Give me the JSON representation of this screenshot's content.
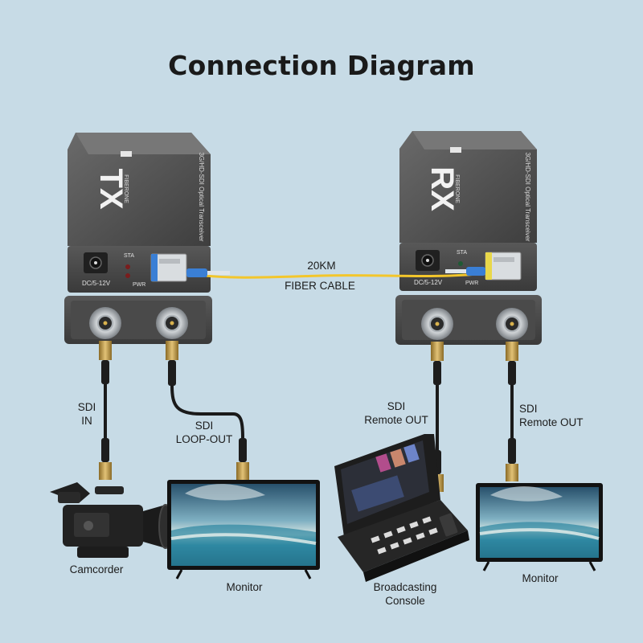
{
  "title": "Connection Diagram",
  "tx": {
    "badge": "TX",
    "brand": "FIBERONE",
    "side_text": "3G/HD-SDI Optical Transceiver",
    "led_sta": "STA",
    "led_pwr": "PWR",
    "power_label": "DC/5-12V"
  },
  "rx": {
    "badge": "RX",
    "brand": "FIBERONE",
    "side_text": "3G/HD-SDI Optical Transceiver",
    "led_sta": "STA",
    "led_pwr": "PWR",
    "power_label": "DC/5-12V"
  },
  "fiber": {
    "distance": "20KM",
    "label": "FIBER CABLE"
  },
  "cables": {
    "sdi_in": [
      "SDI",
      "IN"
    ],
    "sdi_loop": [
      "SDI",
      "LOOP-OUT"
    ],
    "sdi_remote_1": [
      "SDI",
      "Remote OUT"
    ],
    "sdi_remote_2": [
      "SDI",
      "Remote OUT"
    ]
  },
  "devices": {
    "camcorder": "Camcorder",
    "monitor_left": "Monitor",
    "console": [
      "Broadcasting",
      "Console"
    ],
    "monitor_right": "Monitor"
  },
  "colors": {
    "background": "#c7dbe6",
    "housing": "#4c4c4c",
    "fiber_yellow": "#f3c62b",
    "fiber_connector": "#3a7fd5",
    "cable": "#1a1a1a",
    "connector_gold": "#c9a14a"
  }
}
